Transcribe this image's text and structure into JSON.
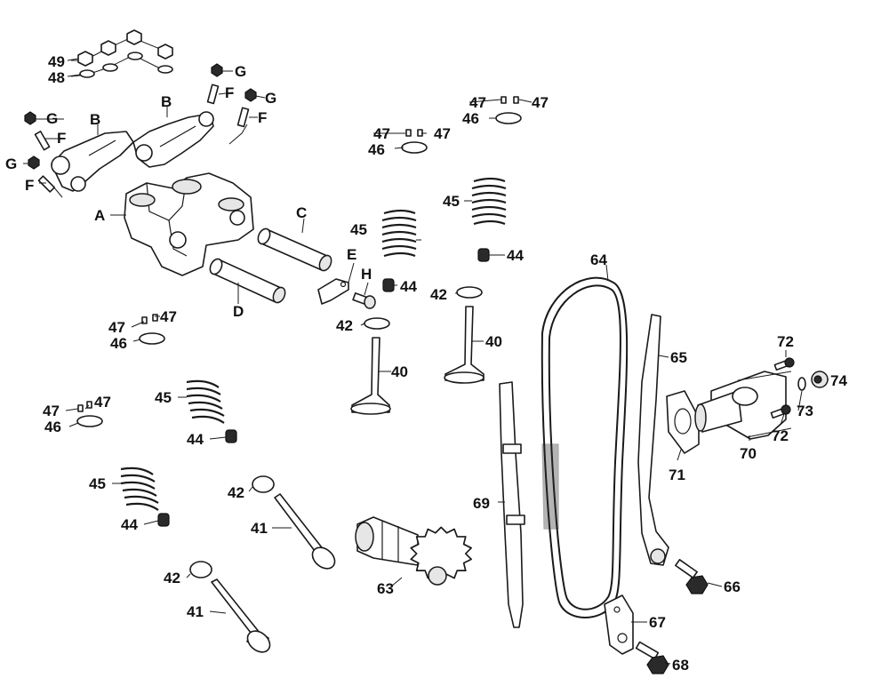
{
  "labels": {
    "l49": "49",
    "l48": "48",
    "lG1": "G",
    "lF1": "F",
    "lG2": "G",
    "lF2": "F",
    "lB1": "B",
    "lB2": "B",
    "lG3": "G",
    "lF3": "F",
    "lG4": "G",
    "lF4": "F",
    "lA": "A",
    "lC": "C",
    "lD": "D",
    "lE": "E",
    "lH": "H",
    "l47a": "47",
    "l47b": "47",
    "l46a": "46",
    "l47c": "47",
    "l47d": "47",
    "l46b": "46",
    "l45a": "45",
    "l44a": "44",
    "l44b": "44",
    "l42a": "42",
    "l42b": "42",
    "l40a": "40",
    "l40b": "40",
    "l47e": "47",
    "l47f": "47",
    "l46c": "46",
    "l45b": "45",
    "l47g": "47",
    "l47h": "47",
    "l46d": "46",
    "l45c": "45",
    "l44c": "44",
    "l45d": "45",
    "l44d": "44",
    "l42c": "42",
    "l41a": "41",
    "l42d": "42",
    "l41b": "41",
    "l64": "64",
    "l65": "65",
    "l69": "69",
    "l63": "63",
    "l66": "66",
    "l67": "67",
    "l68": "68",
    "l72a": "72",
    "l74": "74",
    "l73": "73",
    "l72b": "72",
    "l70": "70",
    "l71": "71"
  },
  "colors": {
    "line": "#1a1a1a",
    "background": "#ffffff"
  }
}
